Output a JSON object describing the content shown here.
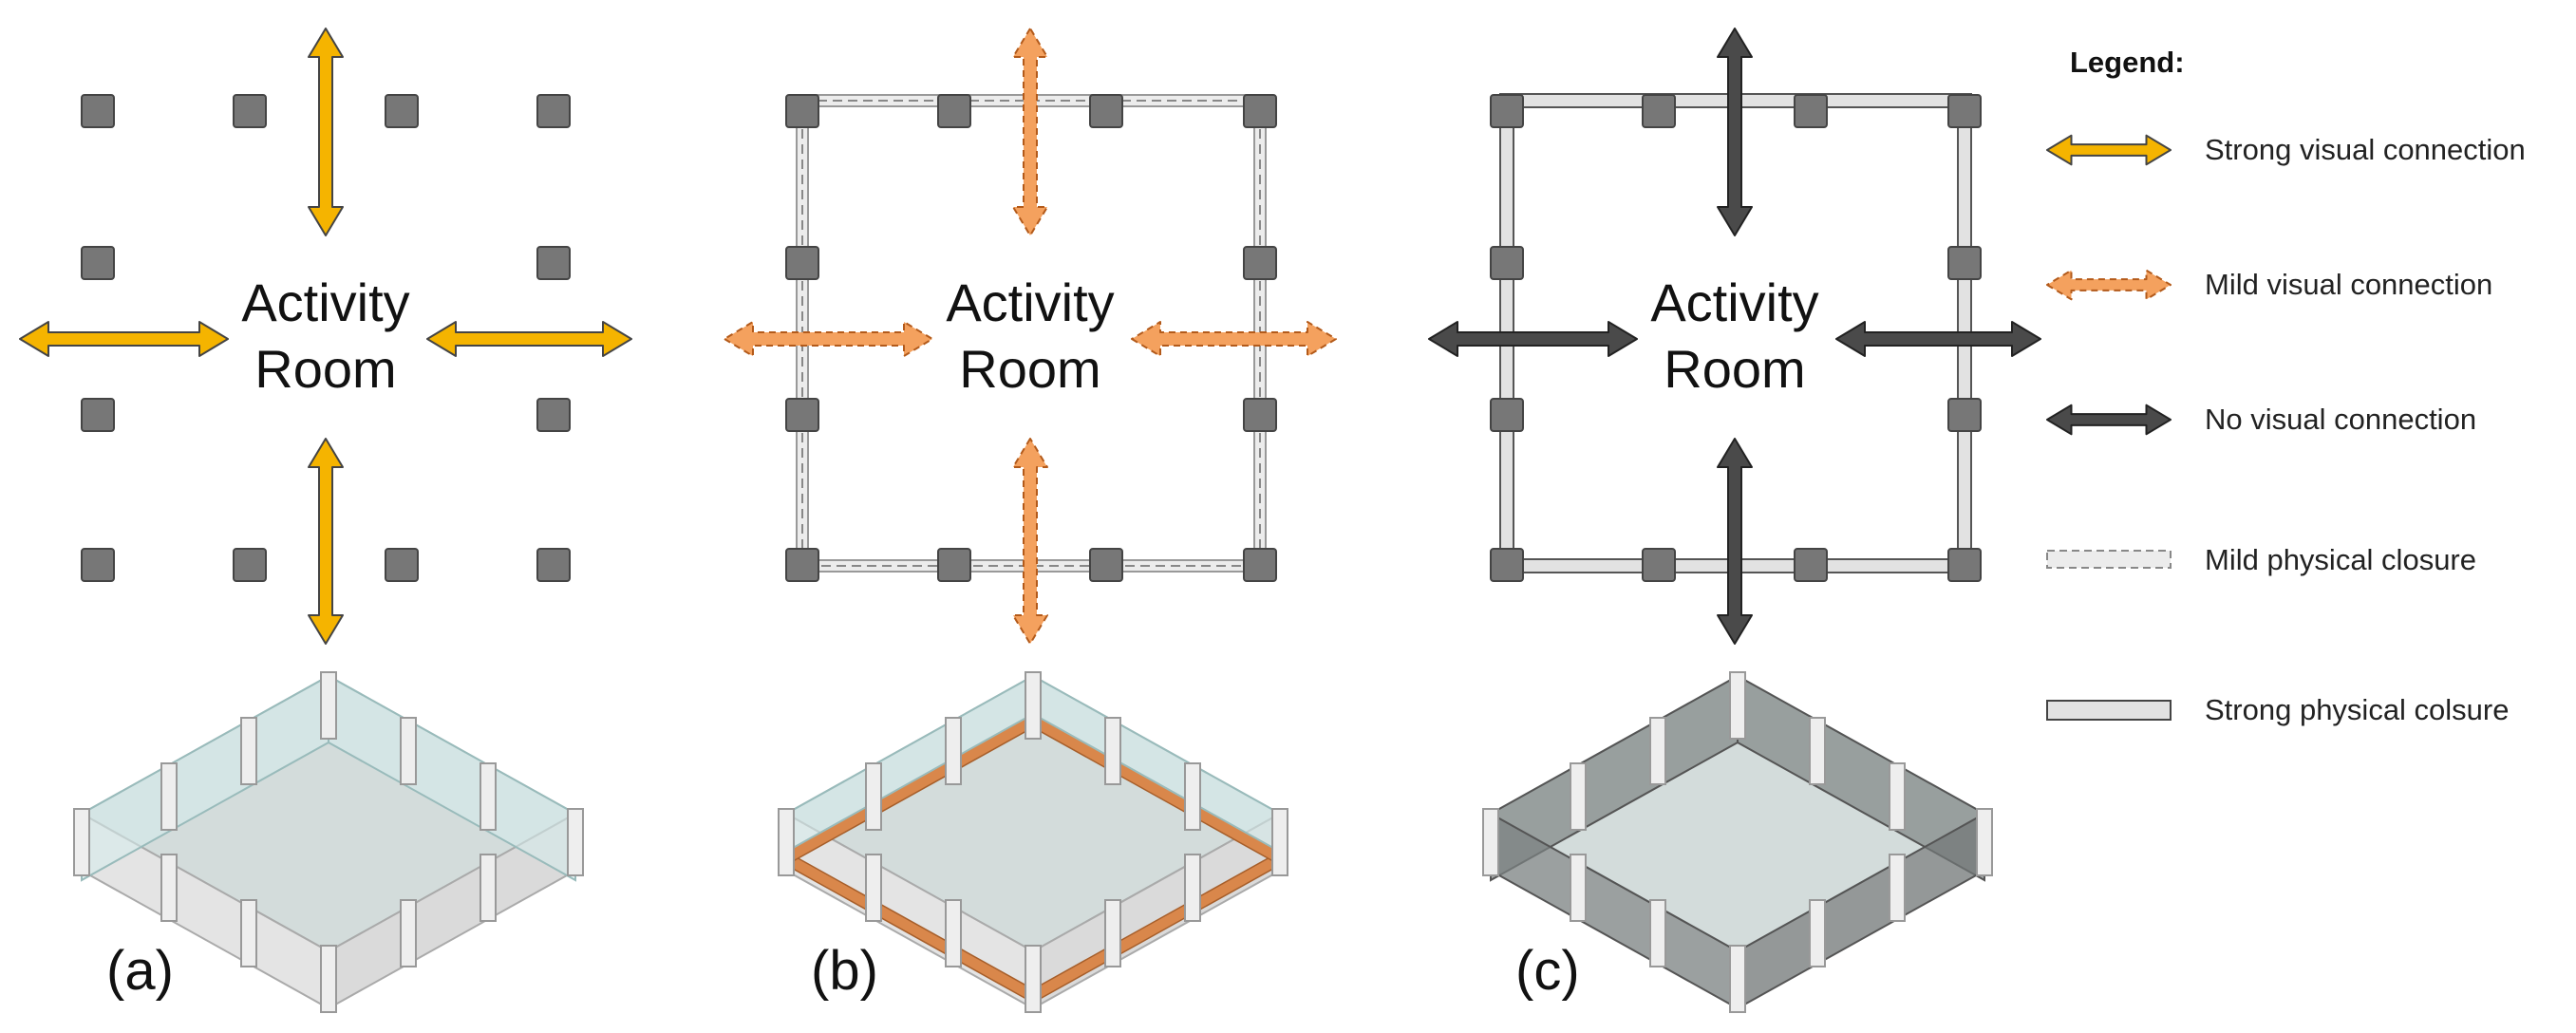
{
  "panels": [
    {
      "id": "a",
      "label": "(a)",
      "room_line1": "Activity",
      "room_line2": "Room",
      "closure": "none",
      "connection": "strong"
    },
    {
      "id": "b",
      "label": "(b)",
      "room_line1": "Activity",
      "room_line2": "Room",
      "closure": "mild",
      "connection": "mild"
    },
    {
      "id": "c",
      "label": "(c)",
      "room_line1": "Activity",
      "room_line2": "Room",
      "closure": "strong",
      "connection": "none"
    }
  ],
  "legend": {
    "title": "Legend:",
    "items": [
      {
        "key": "strong",
        "label": "Strong visual connection"
      },
      {
        "key": "mild",
        "label": "Mild visual connection"
      },
      {
        "key": "none",
        "label": "No visual connection"
      },
      {
        "key": "mild-closure",
        "label": "Mild physical closure"
      },
      {
        "key": "strong-closure",
        "label": "Strong physical colsure"
      }
    ]
  },
  "colors": {
    "strong_arrow": "#f5b400",
    "mild_arrow": "#f4a15e",
    "none_arrow": "#4a4a4a",
    "column": "#777777",
    "wall_strong": "#e2e2e2",
    "wall_mild": "#ececec",
    "floor": "#d3dcdb",
    "glass": "#d6ecec",
    "orange_band": "#d9874b"
  }
}
